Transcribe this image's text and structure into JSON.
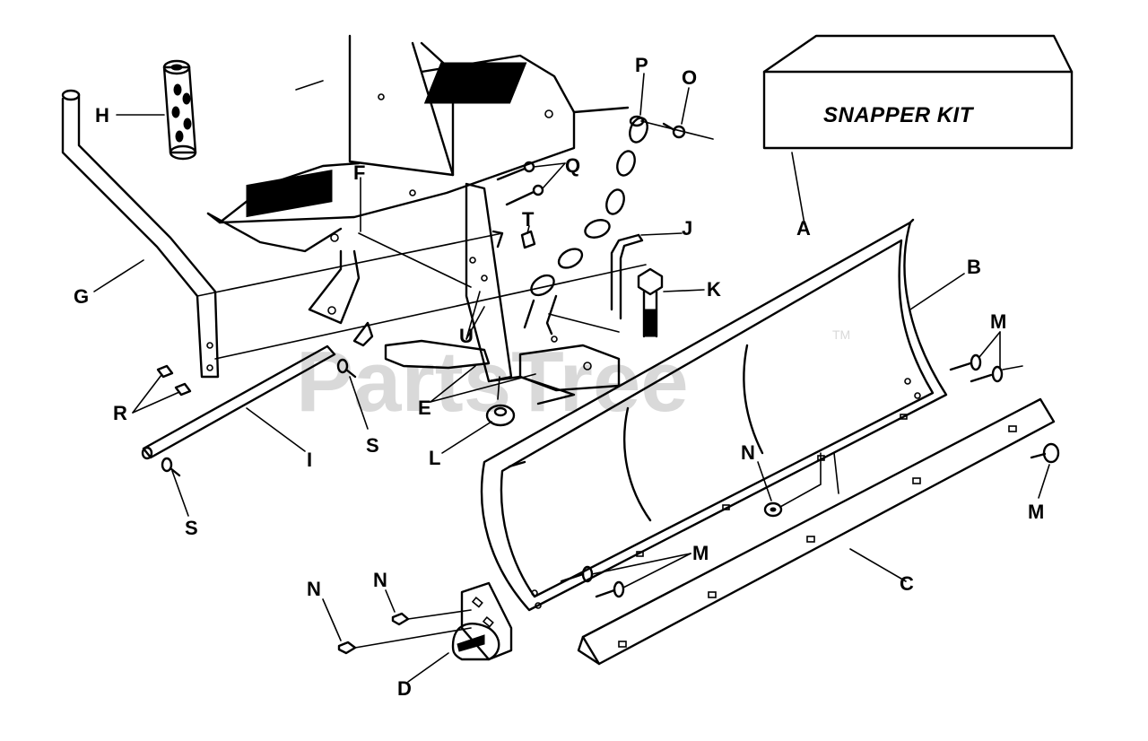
{
  "watermark": {
    "text": "PartsTree",
    "tm": "TM"
  },
  "kit_box": {
    "label": "SNAPPER KIT"
  },
  "labels": {
    "A": "A",
    "B": "B",
    "C": "C",
    "D": "D",
    "E": "E",
    "F": "F",
    "G": "G",
    "H": "H",
    "I": "I",
    "J": "J",
    "K": "K",
    "L": "L",
    "M1": "M",
    "M2": "M",
    "M3": "M",
    "N1": "N",
    "N2": "N",
    "N3": "N",
    "O": "O",
    "P": "P",
    "Q": "Q",
    "R": "R",
    "S1": "S",
    "S2": "S",
    "T": "T",
    "U": "U"
  }
}
